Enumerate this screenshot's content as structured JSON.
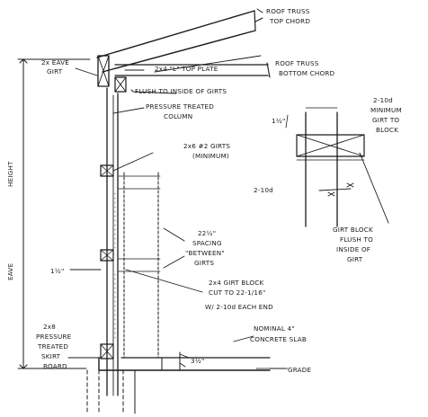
{
  "labels": {
    "roof_truss_top_chord_1": "ROOF TRUSS",
    "roof_truss_top_chord_2": "TOP CHORD",
    "eave_girt_1": "2x EAVE",
    "eave_girt_2": "GIRT",
    "top_plate": "2x4 \"L\" TOP PLATE",
    "roof_truss_bottom_chord_1": "ROOF TRUSS",
    "roof_truss_bottom_chord_2": "BOTTOM CHORD",
    "flush_girts": "FLUSH TO INSIDE OF GIRTS",
    "column_1": "PRESSURE TREATED",
    "column_2": "COLUMN",
    "girts_1": "2x6 #2 GIRTS",
    "girts_2": "(MINIMUM)",
    "dim_1_5_top": "1½\"",
    "nail_top_1": "2-10d",
    "nail_top_2": "MINIMUM",
    "nail_top_3": "GIRT TO",
    "nail_top_4": "BLOCK",
    "nail_side": "2-10d",
    "girt_block_1": "GIRT BLOCK",
    "girt_block_2": "FLUSH TO",
    "girt_block_3": "INSIDE OF",
    "girt_block_4": "GIRT",
    "eave_height_1": "EAVE",
    "eave_height_2": "HEIGHT",
    "spacing_1": "22½\"",
    "spacing_2": "SPACING",
    "spacing_3": "\"BETWEEN\"",
    "spacing_4": "GIRTS",
    "dim_1_5_side": "1½\"",
    "block_cut_1": "2x4 GIRT BLOCK",
    "block_cut_2": "CUT TO 22-1/16\"",
    "block_cut_3": "W/ 2-10d EACH END",
    "skirt_1": "2x8",
    "skirt_2": "PRESSURE",
    "skirt_3": "TREATED",
    "skirt_4": "SKIRT",
    "skirt_5": "BOARD",
    "slab_1": "NOMINAL 4\"",
    "slab_2": "CONCRETE SLAB",
    "dim_3_5": "3½\"",
    "grade": "GRADE"
  }
}
